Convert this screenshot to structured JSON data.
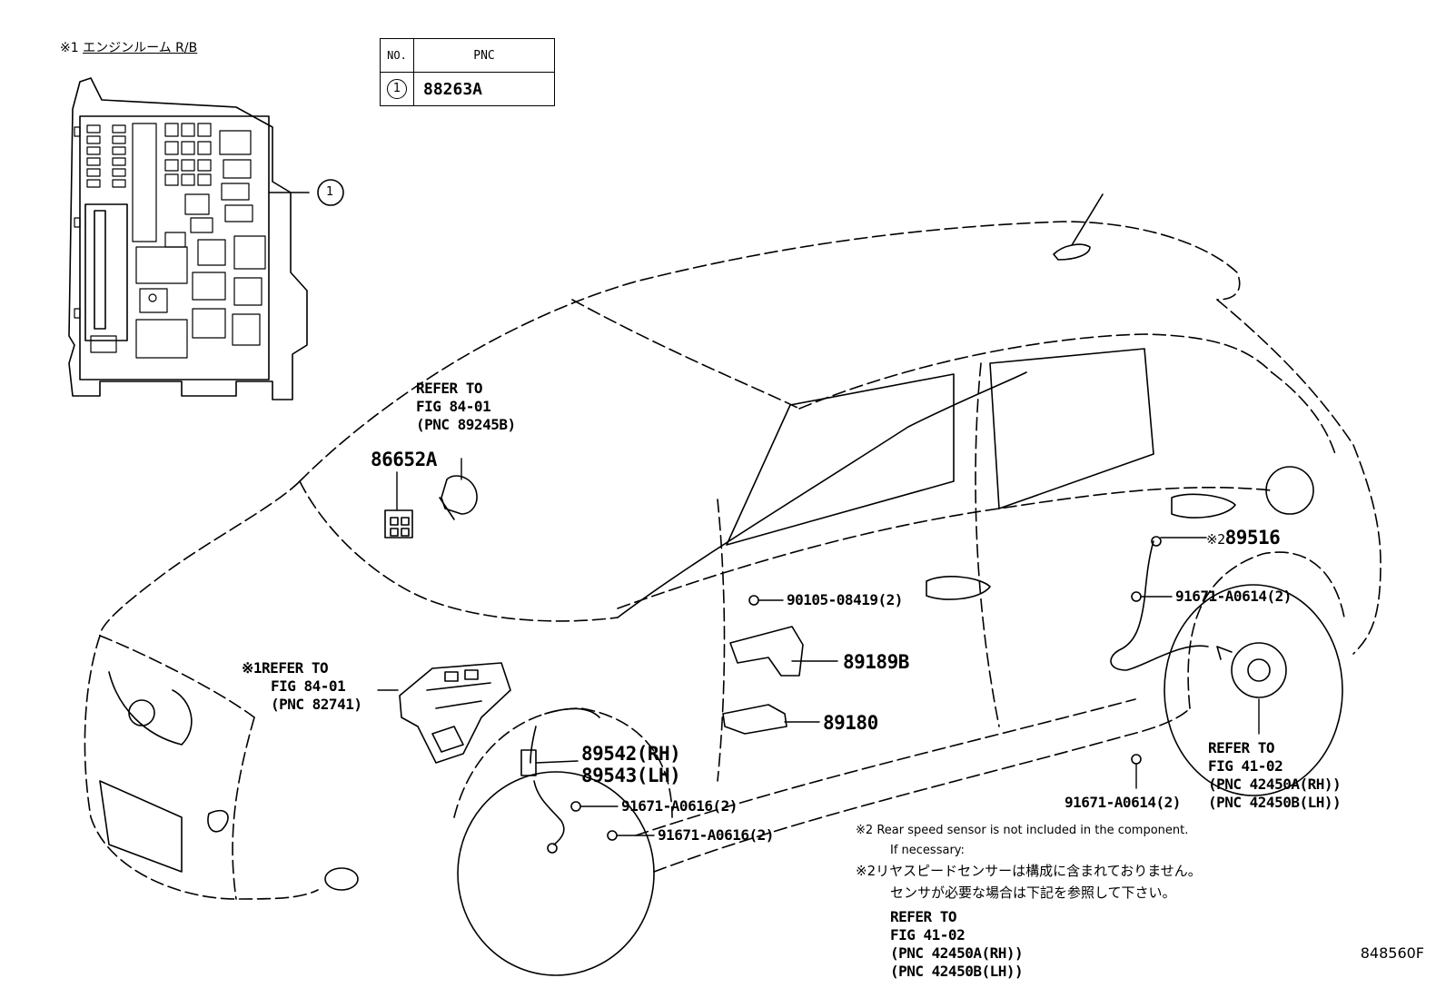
{
  "header": {
    "mark": "※1",
    "title": "エンジンルーム R/B"
  },
  "pnc_table": {
    "col_no": "NO.",
    "col_pnc": "PNC",
    "rows": [
      {
        "no": "1",
        "pnc": "88263A"
      }
    ]
  },
  "callout_1": "1",
  "refer_horn": [
    "REFER TO",
    "FIG 84-01",
    "(PNC 89245B)"
  ],
  "part_86652A": "86652A",
  "refer_relay": {
    "mark": "※1",
    "lines": [
      "REFER TO",
      "FIG 84-01",
      "(PNC 82741)"
    ]
  },
  "part_89542": "89542(RH)",
  "part_89543": "89543(LH)",
  "bolt_front_1": "91671-A0616(2)",
  "bolt_front_2": "91671-A0616(2)",
  "bolt_90105": "90105-08419(2)",
  "part_89189B": "89189B",
  "part_89180": "89180",
  "rear_sensor": {
    "mark": "※2",
    "pnc": "89516"
  },
  "bolt_rear_upper": "91671-A0614(2)",
  "bolt_rear_lower": "91671-A0614(2)",
  "refer_hub": [
    "REFER TO",
    "FIG 41-02",
    "(PNC 42450A(RH))",
    "(PNC 42450B(LH))"
  ],
  "notes": {
    "mark": "※2",
    "en_1": "Rear speed sensor is not included in the component.",
    "en_2": "If necessary:",
    "jp_1": "リヤスピードセンサーは構成に含まれておりません。",
    "jp_2": "センサが必要な場合は下記を参照して下さい。",
    "refer": [
      "REFER TO",
      "FIG 41-02",
      "(PNC 42450A(RH))",
      "(PNC 42450B(LH))"
    ]
  },
  "figure_id": "848560F"
}
